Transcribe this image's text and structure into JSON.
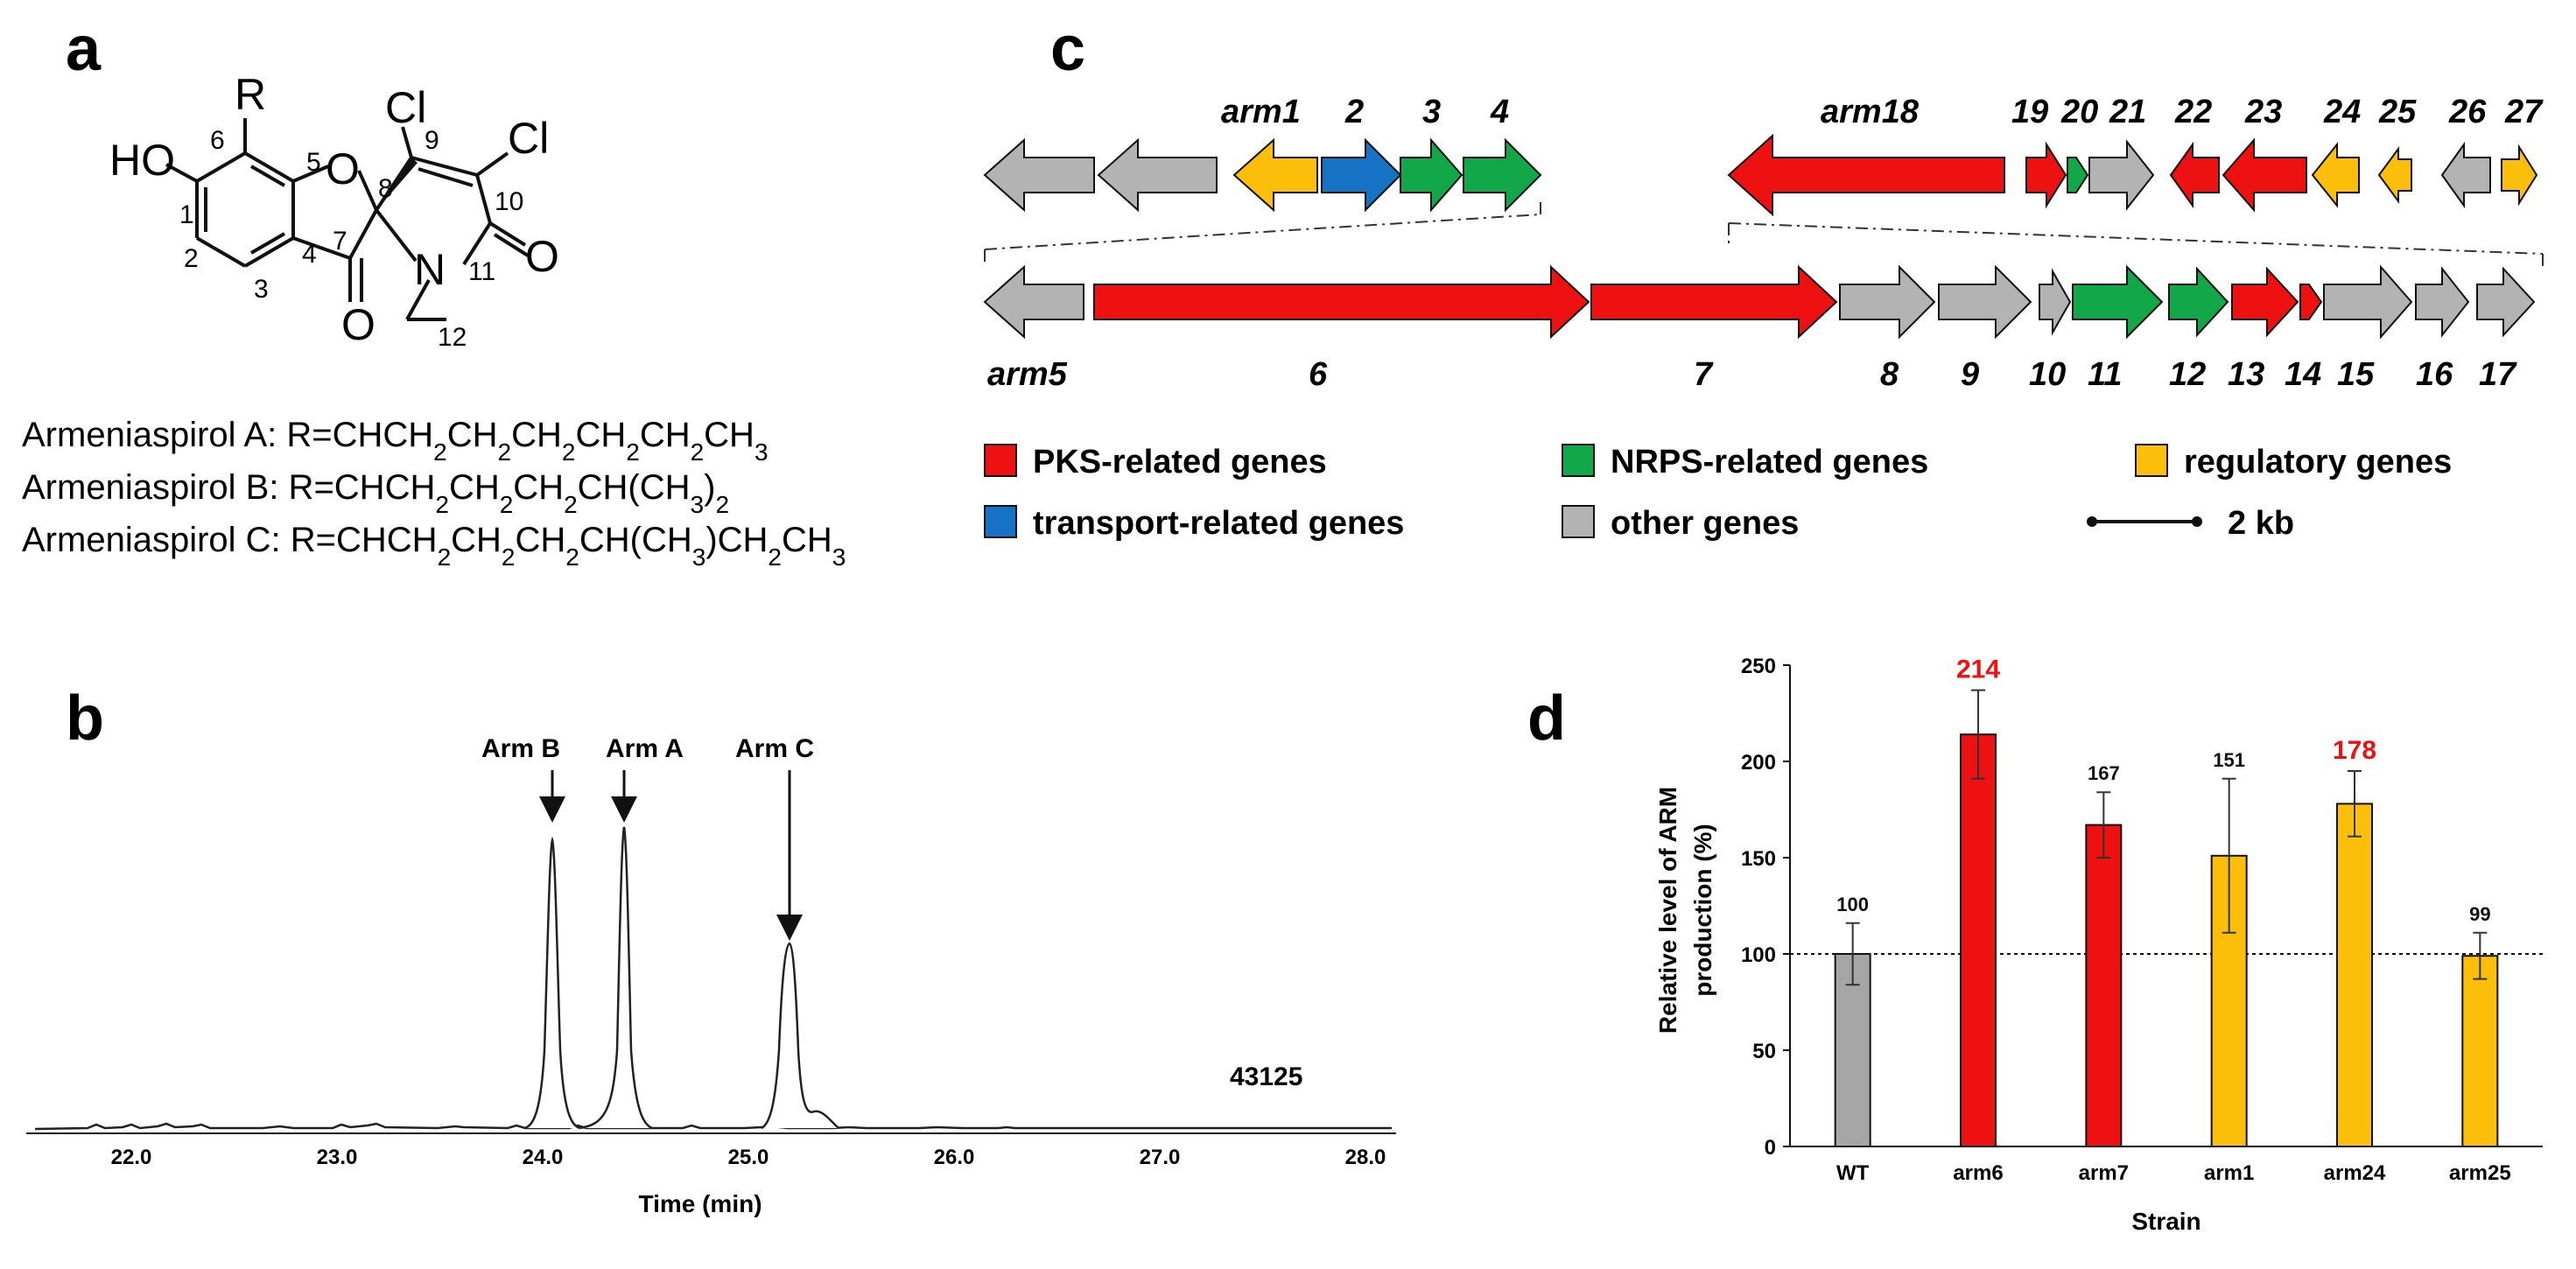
{
  "panels": {
    "a": "a",
    "b": "b",
    "c": "c",
    "d": "d"
  },
  "panel_a": {
    "atoms": {
      "R": "R",
      "HO": "HO",
      "O_ring": "O",
      "Cl_top": "Cl",
      "Cl_right": "Cl",
      "N": "N",
      "O_ketone": "O",
      "O_lactam": "O"
    },
    "numbers": [
      "1",
      "2",
      "3",
      "4",
      "5",
      "6",
      "7",
      "8",
      "9",
      "10",
      "11",
      "12"
    ],
    "compounds": [
      {
        "name": "Armeniaspirol A: R=CH",
        "formula": "CH2CH2CH2CH2CH2CH3"
      },
      {
        "name": "Armeniaspirol B: R=CH",
        "formula": "CH2CH2CH2CH(CH3)2"
      },
      {
        "name": "Armeniaspirol C: R=CH",
        "formula": "CH2CH2CH2CH(CH3)CH2CH3"
      }
    ]
  },
  "panel_b": {
    "peaks": [
      "Arm B",
      "Arm A",
      "Arm C"
    ],
    "sample": "43125",
    "ticks": [
      "22.0",
      "23.0",
      "24.0",
      "25.0",
      "26.0",
      "27.0",
      "28.0"
    ],
    "xlabel": "Time (min)"
  },
  "panel_c": {
    "top_labels": [
      "arm1",
      "2",
      "3",
      "4",
      "arm18",
      "19",
      "20",
      "21",
      "22",
      "23",
      "24",
      "25",
      "26",
      "27"
    ],
    "bottom_labels": [
      "arm5",
      "6",
      "7",
      "8",
      "9",
      "10",
      "11",
      "12",
      "13",
      "14",
      "15",
      "16",
      "17"
    ],
    "legend": [
      {
        "label": "PKS-related genes",
        "color": "#ee1111"
      },
      {
        "label": "NRPS-related genes",
        "color": "#12a84a"
      },
      {
        "label": "regulatory genes",
        "color": "#fbbf0a"
      },
      {
        "label": "transport-related genes",
        "color": "#1672c4"
      },
      {
        "label": "other genes",
        "color": "#b3b3b3"
      }
    ],
    "scale_label": "2 kb"
  },
  "chart_data": {
    "type": "bar",
    "categories": [
      "WT",
      "arm6",
      "arm7",
      "arm1",
      "arm24",
      "arm25"
    ],
    "values": [
      100,
      214,
      167,
      151,
      178,
      99
    ],
    "errors": [
      16,
      23,
      17,
      40,
      17,
      12
    ],
    "value_labels": [
      "100",
      "214",
      "167",
      "151",
      "178",
      "99"
    ],
    "colors": [
      "#a6a6a6",
      "#ee1111",
      "#ee1111",
      "#fbbf0a",
      "#fbbf0a",
      "#fbbf0a"
    ],
    "label_colors": [
      "#111111",
      "#ee1111",
      "#111111",
      "#111111",
      "#ee1111",
      "#111111"
    ],
    "ylim": [
      0,
      250
    ],
    "yticks": [
      "0",
      "50",
      "100",
      "150",
      "200",
      "250"
    ],
    "ylabel_line1": "Relative level of ARM",
    "ylabel_line2": "production (%)",
    "xlabel": "Strain",
    "reference_line": 100
  }
}
